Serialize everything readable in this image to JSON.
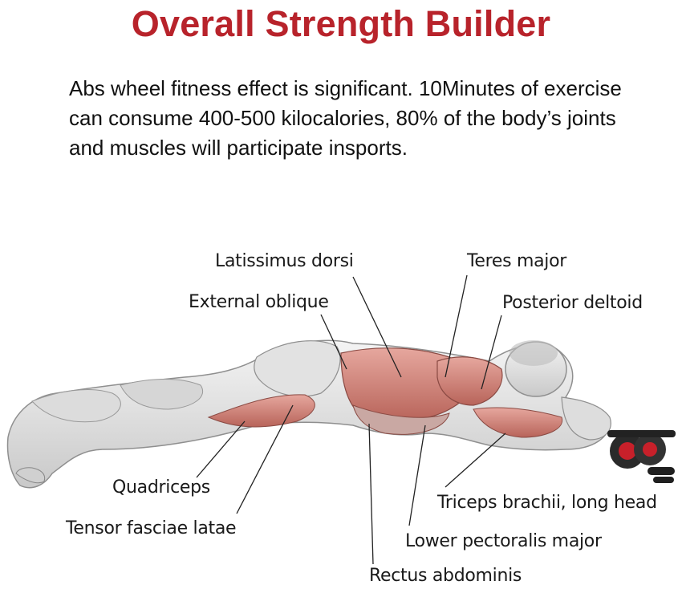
{
  "title": "Overall Strength Builder",
  "description": {
    "lines": [
      "Abs wheel fitness effect is significant. 10Minutes of exercise",
      "can consume 400-500 kilocalories, 80% of the body’s joints",
      "and muscles will participate insports."
    ]
  },
  "muscle_labels": {
    "latissimus_dorsi": "Latissimus dorsi",
    "teres_major": "Teres major",
    "external_oblique": "External oblique",
    "posterior_deltoid": "Posterior deltoid",
    "quadriceps": "Quadriceps",
    "tensor_fasciae_latae": "Tensor fasciae latae",
    "triceps_brachii": "Triceps brachii, long head",
    "lower_pectoralis_major": "Lower pectoralis major",
    "rectus_abdominis": "Rectus abdominis"
  },
  "colors": {
    "title": "#b8232b",
    "muscle_highlight": "#d98a80",
    "body": "#e6e6e6",
    "product_accent": "#c8202a"
  }
}
